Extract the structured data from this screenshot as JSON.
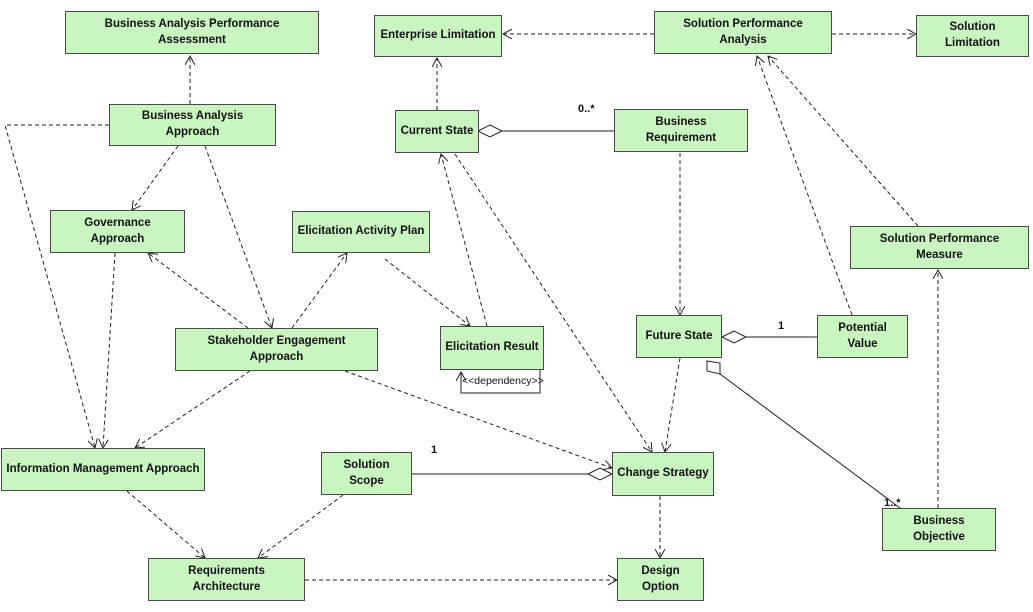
{
  "nodes": {
    "ba_performance_assessment": "Business Analysis Performance Assessment",
    "enterprise_limitation": "Enterprise Limitation",
    "solution_performance_analysis": "Solution Performance Analysis",
    "solution_limitation": "Solution Limitation",
    "business_analysis_approach": "Business Analysis Approach",
    "current_state": "Current State",
    "business_requirement": "Business Requirement",
    "governance_approach": "Governance Approach",
    "elicitation_activity_plan": "Elicitation Activity Plan",
    "solution_performance_measure": "Solution Performance Measure",
    "stakeholder_engagement_approach": "Stakeholder Engagement Approach",
    "elicitation_result": "Elicitation Result",
    "future_state": "Future State",
    "potential_value": "Potential Value",
    "information_management_approach": "Information Management Approach",
    "solution_scope": "Solution Scope",
    "change_strategy": "Change Strategy",
    "business_objective": "Business Objective",
    "requirements_architecture": "Requirements Architecture",
    "design_option": "Design Option"
  },
  "multiplicities": {
    "current_state_business_requirement": "0..*",
    "future_state_potential_value": "1",
    "solution_scope_change_strategy": "1",
    "future_state_business_objective": "1..*"
  },
  "stereotype": "<<dependency>>",
  "colors": {
    "node_fill": "#c8f5c0",
    "node_border": "#4a4a4a",
    "line": "#222222"
  }
}
